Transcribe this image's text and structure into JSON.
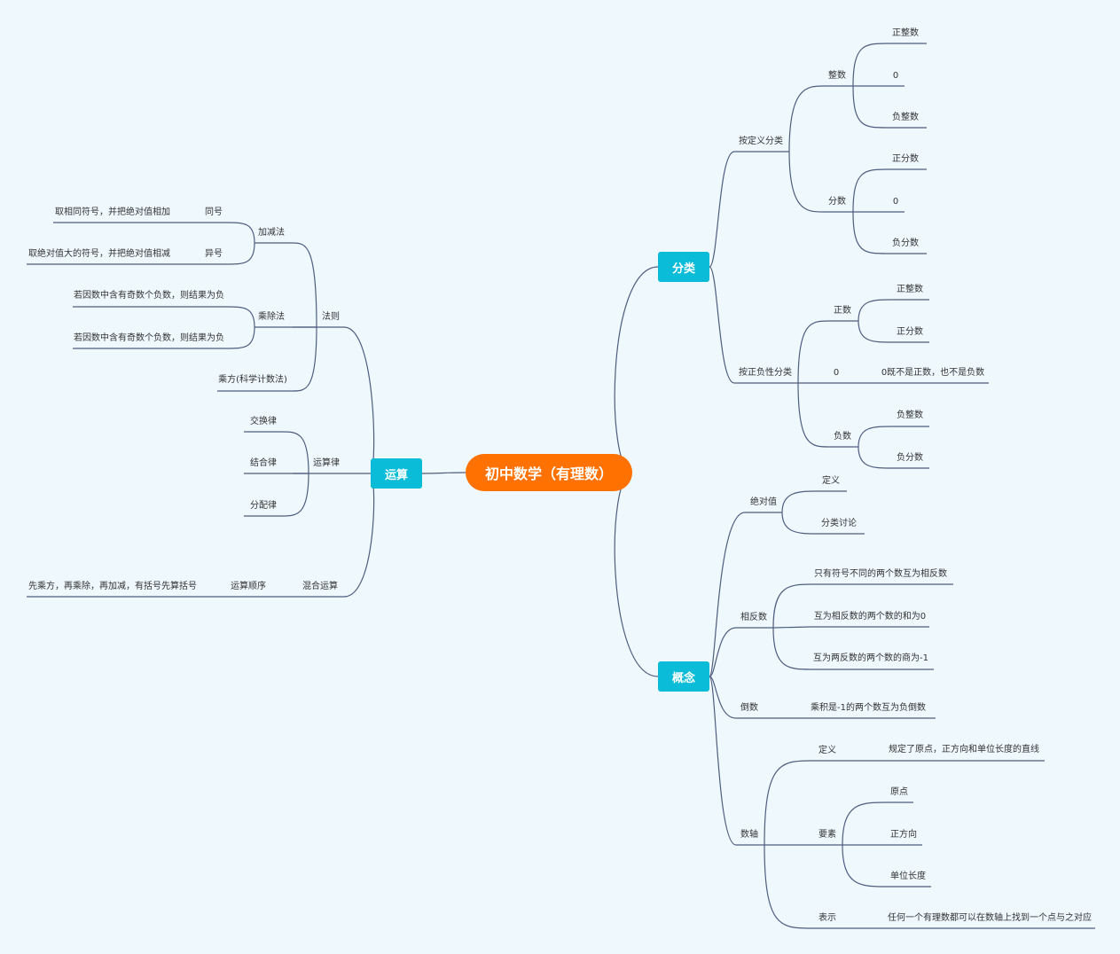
{
  "root": "初中数学（有理数）",
  "branches": {
    "fenlei": "分类",
    "gainian": "概念",
    "yunsuan": "运算"
  },
  "fenlei": {
    "by_def": "按定义分类",
    "integer": "整数",
    "pos_int": "正整数",
    "zero_a": "0",
    "neg_int": "负整数",
    "fraction": "分数",
    "pos_frac": "正分数",
    "zero_b": "0",
    "neg_frac": "负分数",
    "by_sign": "按正负性分类",
    "positive": "正数",
    "p_int": "正整数",
    "p_frac": "正分数",
    "zero_c": "0",
    "zero_desc": "0既不是正数，也不是负数",
    "negative": "负数",
    "n_int": "负整数",
    "n_frac": "负分数"
  },
  "gainian": {
    "abs": "绝对值",
    "abs_def": "定义",
    "abs_case": "分类讨论",
    "opposite": "相反数",
    "opp1": "只有符号不同的两个数互为相反数",
    "opp2": "互为相反数的两个数的和为0",
    "opp3": "互为两反数的两个数的商为-1",
    "reciprocal": "倒数",
    "recip1": "乘积是-1的两个数互为负倒数",
    "axis": "数轴",
    "axis_def": "定义",
    "axis_def_text": "规定了原点，正方向和单位长度的直线",
    "elements": "要素",
    "origin": "原点",
    "positive_dir": "正方向",
    "unit_len": "单位长度",
    "represent": "表示",
    "represent_text": "任何一个有理数都可以在数轴上找到一个点与之对应"
  },
  "yunsuan": {
    "rules": "法则",
    "addsub": "加减法",
    "same_sign": "同号",
    "same_sign_text": "取相同符号，并把绝对值相加",
    "diff_sign": "异号",
    "diff_sign_text": "取绝对值大的符号，并把绝对值相减",
    "muldiv": "乘除法",
    "muldiv1": "若因数中含有奇数个负数，则结果为负",
    "muldiv2": "若因数中含有奇数个负数，则结果为负",
    "power": "乘方(科学计数法)",
    "laws": "运算律",
    "commutative": "交换律",
    "associative": "结合律",
    "distributive": "分配律",
    "mixed": "混合运算",
    "order": "运算顺序",
    "order_text": "先乘方，再乘除，再加减，有括号先算括号"
  },
  "colors": {
    "background": "#eef8fd",
    "root": "#ff7100",
    "branch": "#0bbcd9",
    "line": "#4f5d80"
  }
}
